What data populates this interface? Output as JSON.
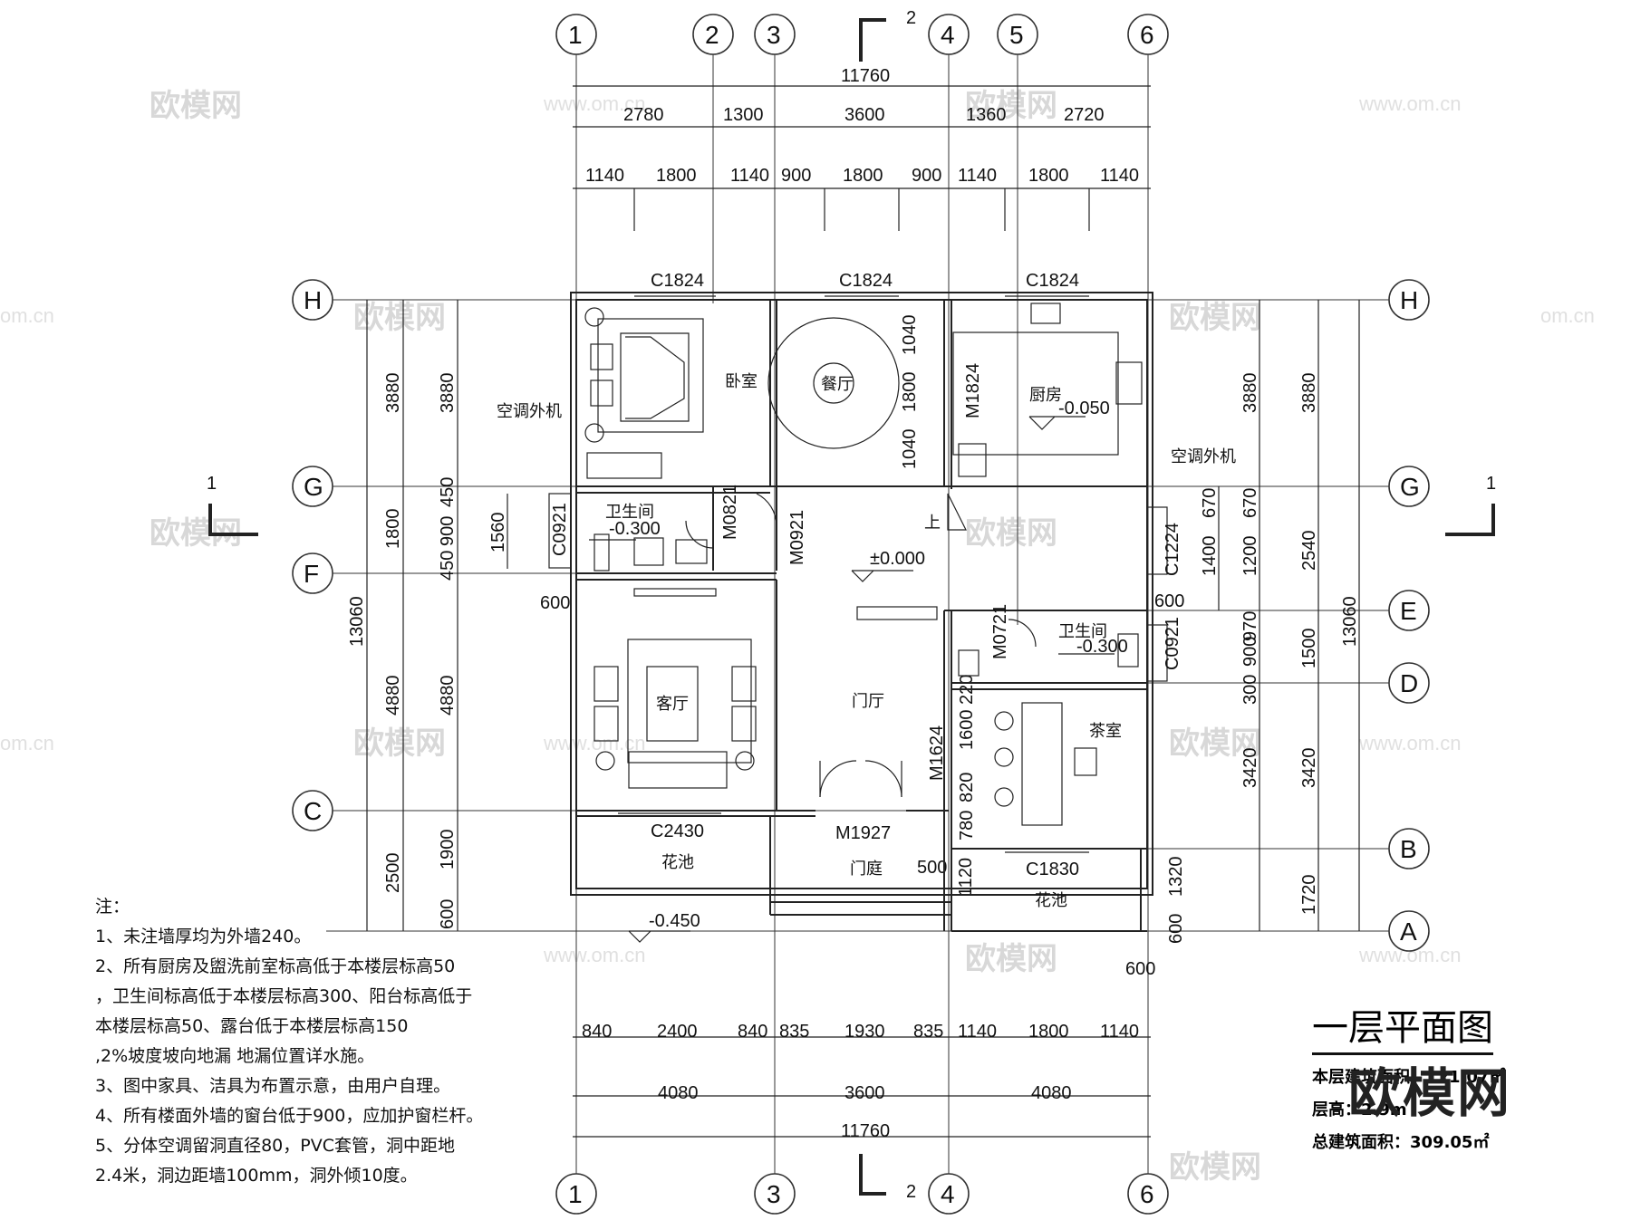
{
  "watermark": {
    "brand": "欧模网",
    "url": "www.om.cn",
    "url_short": "om.cn"
  },
  "axes": {
    "vertical": [
      "1",
      "2",
      "3",
      "4",
      "5",
      "6"
    ],
    "horizontal": [
      "H",
      "G",
      "F",
      "E",
      "D",
      "C",
      "B",
      "A"
    ]
  },
  "section_marks": {
    "top": "2",
    "bottom": "2",
    "left": "1",
    "right": "1"
  },
  "dims": {
    "top_total": "11760",
    "top_row1": [
      "2780",
      "1300",
      "3600",
      "1360",
      "2720"
    ],
    "top_row2": [
      "1140",
      "1800",
      "1140",
      "900",
      "1800",
      "900",
      "1140",
      "1800",
      "1140"
    ],
    "bottom_row1": [
      "840",
      "2400",
      "840",
      "835",
      "1930",
      "835",
      "1140",
      "1800",
      "1140"
    ],
    "bottom_row2": [
      "4080",
      "3600",
      "4080"
    ],
    "bottom_total": "11760",
    "left_outer": [
      "3880",
      "1800",
      "4880",
      "2500"
    ],
    "left_total": "13060",
    "left_inner": [
      "3880",
      "450",
      "900",
      "450",
      "4880",
      "1900",
      "600"
    ],
    "left_small": "1560",
    "right_outer": [
      "3880",
      "2540",
      "1500",
      "3420",
      "1720"
    ],
    "right_total": "13060",
    "right_inner": [
      "3880",
      "670",
      "1200",
      "970",
      "900",
      "300",
      "3420"
    ],
    "right_small": [
      "670",
      "1400"
    ],
    "misc": [
      "600",
      "600",
      "500",
      "600",
      "600",
      "1320",
      "1120",
      "1040",
      "1800",
      "1040",
      "220",
      "1600",
      "820",
      "780"
    ]
  },
  "rooms": {
    "bedroom": "卧室",
    "dining": "餐厅",
    "kitchen": "厨房",
    "bath1": "卫生间",
    "bath2": "卫生间",
    "living": "客厅",
    "hall": "门厅",
    "tea": "茶室",
    "garden1": "花池",
    "garden2": "花池",
    "porch": "门庭",
    "ac1": "空调外机",
    "ac2": "空调外机",
    "up": "上"
  },
  "levels": {
    "kitchen": "-0.050",
    "bath1": "-0.300",
    "bath2": "-0.300",
    "hall": "±0.000",
    "outside": "-0.450"
  },
  "openings": {
    "c1824a": "C1824",
    "c1824b": "C1824",
    "c1824c": "C1824",
    "m1824": "M1824",
    "c0921a": "C0921",
    "m0821": "M0821",
    "m0921": "M0921",
    "c1224": "C1224",
    "m0721": "M0721",
    "c0921b": "C0921",
    "m1624": "M1624",
    "c2430": "C2430",
    "m1927": "M1927",
    "c1830": "C1830"
  },
  "notes": [
    "注：",
    "1、未注墙厚均为外墙240。",
    "2、所有厨房及盥洗前室标高低于本楼层标高50",
    "，卫生间标高低于本楼层标高300、阳台标高低于",
    "本楼层标高50、露台低于本楼层标高150",
    ",2%坡度坡向地漏 地漏位置详水施。",
    "3、图中家具、洁具为布置示意，由用户自理。",
    "4、所有楼面外墙的窗台低于900，应加护窗栏杆。",
    "5、分体空调留洞直径80，PVC套管，洞中距地",
    "2.4米，洞边距墙100mm，洞外倾10度。"
  ],
  "title_block": {
    "title": "一层平面图",
    "floor_area": "本层建筑面积：121.07㎡",
    "floor_height": "层高：2.9m",
    "total_area": "总建筑面积：309.05㎡"
  },
  "logo": "欧模网"
}
